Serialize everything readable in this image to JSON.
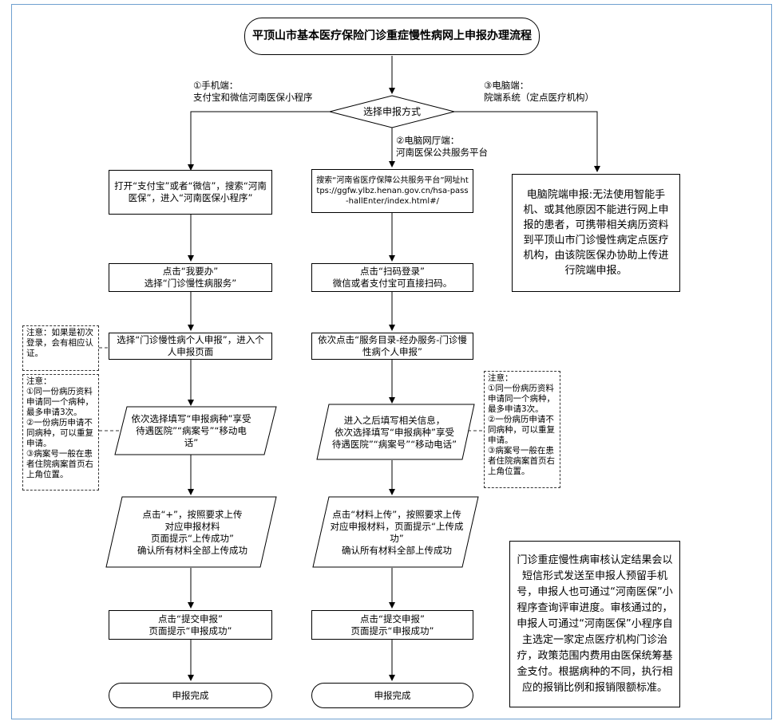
{
  "title": "平顶山市基本医疗保险门诊重症慢性病网上申报办理流程",
  "decision": "选择申报方式",
  "branch_labels": {
    "mobile": "①手机端：\n支付宝和微信河南医保小程序",
    "web": "②电脑网厅端：\n河南医保公共服务平台",
    "pc": "③电脑端：\n院端系统（定点医疗机构）"
  },
  "left_steps": [
    "打开“支付宝”或者“微信”，搜索“河南医保”，进入“河南医保小程序”",
    "点击“我要办”\n选择“门诊慢性病服务”",
    "选择“门诊慢性病个人申报”，进入个人申报页面",
    "依次选择填写“申报病种”享受待遇医院”“病案号”“移动电话”",
    "点击“+”，按照要求上传\n对应申报材料\n页面提示“上传成功”\n确认所有材料全部上传成功",
    "点击“提交申报”\n页面提示“申报成功”",
    "申报完成"
  ],
  "middle_steps": [
    "搜索“河南省医疗保障公共服务平台”网址https://ggfw.ylbz.henan.gov.cn/hsa-pass-hallEnter/index.html#/",
    "点击“扫码登录”\n微信或者支付宝可直接扫码。",
    "依次点击“服务目录-经办服务-门诊慢性病个人申报”",
    "进入之后填写相关信息，\n依次选择填写“申报病种”享受待遇医院”“病案号”“移动电话”",
    "点击“材料上传”，按照要求上传对应申报材料，页面提示“上传成功”\n确认所有材料全部上传成功",
    "点击“提交申报”\n页面提示“申报成功”",
    "申报完成"
  ],
  "pc_box": "电脑院端申报:无法使用智能手机、或其他原因不能进行网上申报的患者，可携带相关病历资料到平顶山市门诊慢性病定点医疗机构，由该院医保办协助上传进行院端申报。",
  "notes": {
    "first_login": "注意：如果是初次登录，会有相应认证。",
    "left_note": "注意：\n①同一份病历资料申请同一个病种，最多申请3次。\n②一份病历申请不同病种，可以重复申请。\n③病案号一般在患者住院病案首页右上角位置。",
    "right_note": "注意：\n①同一份病历资料申请同一个病种，最多申请3次。\n②一份病历申请不同病种，可以重复申请。\n③病案号一般在患者住院病案首页右上角位置。"
  },
  "result_box": "门诊重症慢性病审核认定结果会以短信形式发送至申报人预留手机号，申报人也可通过“河南医保”小程序查询评审进度。审核通过的，申报人可通过“河南医保”小程序自主选定一家定点医疗机构门诊治疗，政策范围内费用由医保统筹基金支付。根据病种的不同，执行相应的报销比例和报销限额标准。"
}
